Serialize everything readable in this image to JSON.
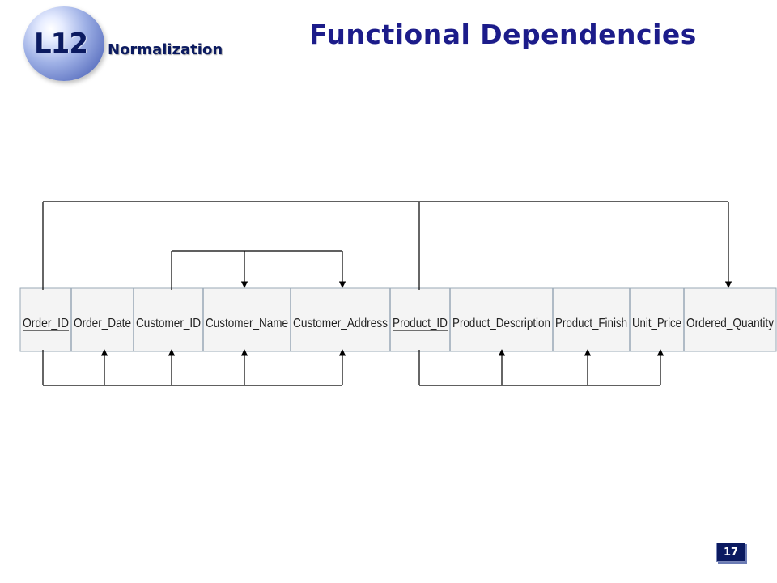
{
  "header": {
    "lecture_code": "L12",
    "subtitle": "Normalization",
    "title": "Functional Dependencies"
  },
  "attributes": [
    {
      "name": "Order_ID",
      "key": true
    },
    {
      "name": "Order_Date",
      "key": false
    },
    {
      "name": "Customer_ID",
      "key": false
    },
    {
      "name": "Customer_Name",
      "key": false
    },
    {
      "name": "Customer_Address",
      "key": false
    },
    {
      "name": "Product_ID",
      "key": true
    },
    {
      "name": "Product_Description",
      "key": false
    },
    {
      "name": "Product_Finish",
      "key": false
    },
    {
      "name": "Unit_Price",
      "key": false
    },
    {
      "name": "Ordered_Quantity",
      "key": false
    }
  ],
  "dependencies": [
    {
      "from": [
        "Order_ID"
      ],
      "to": [
        "Order_Date",
        "Customer_ID",
        "Customer_Name",
        "Customer_Address"
      ],
      "position": "below"
    },
    {
      "from": [
        "Product_ID"
      ],
      "to": [
        "Product_Description",
        "Product_Finish",
        "Unit_Price"
      ],
      "position": "below"
    },
    {
      "from": [
        "Customer_ID"
      ],
      "to": [
        "Customer_Name",
        "Customer_Address"
      ],
      "position": "above"
    },
    {
      "from": [
        "Order_ID",
        "Product_ID"
      ],
      "to": [
        "Ordered_Quantity"
      ],
      "position": "above"
    }
  ],
  "footer": {
    "page_number": "17"
  },
  "colors": {
    "title": "#1c1c8a",
    "navy": "#0b1a60",
    "line": "#000000"
  }
}
